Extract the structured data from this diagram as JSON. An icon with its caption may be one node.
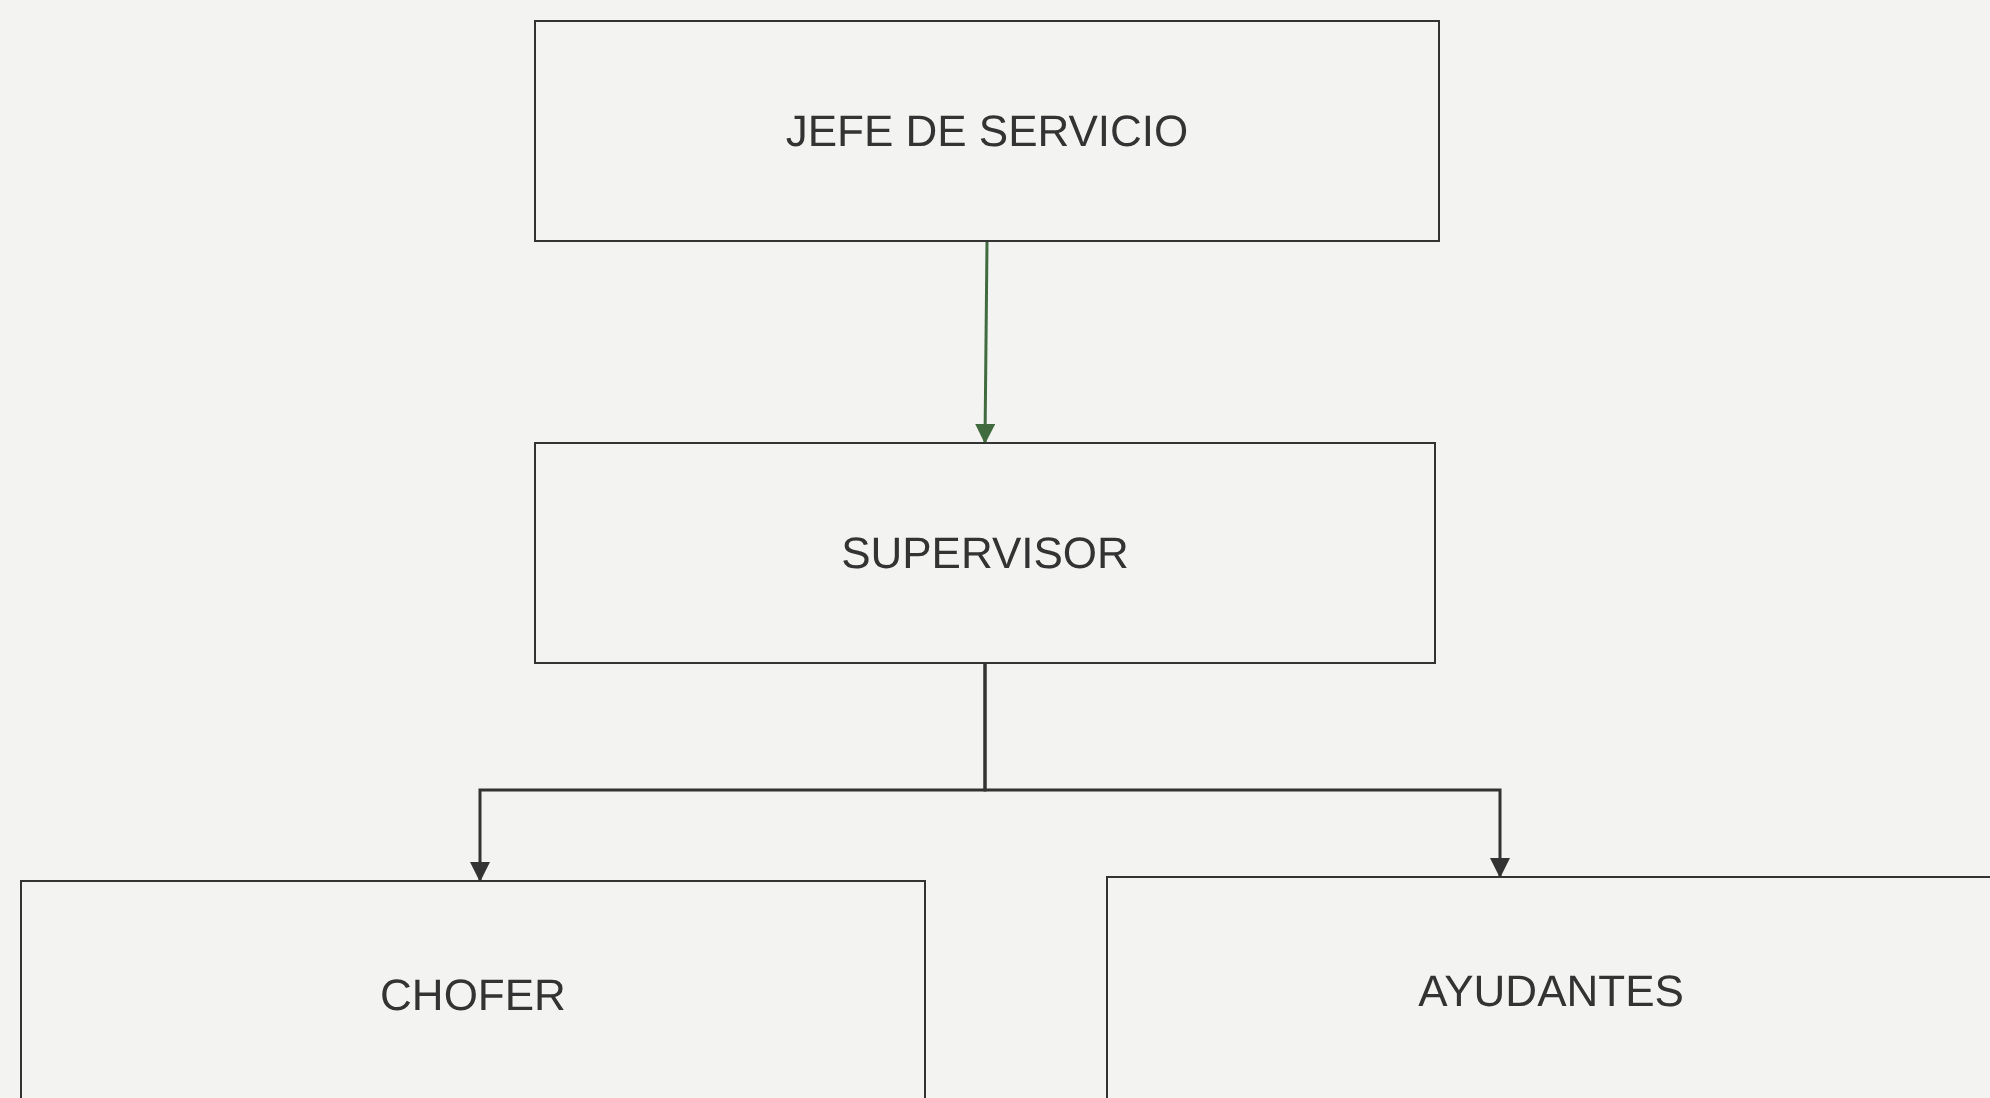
{
  "diagram": {
    "nodes": [
      {
        "text": [
          "JEFE DE SERVICIO"
        ]
      },
      {
        "text": [
          "SUPERVISOR"
        ]
      },
      {
        "text": [
          "CHOFER"
        ]
      },
      {
        "text": [
          "AYUDANTES"
        ]
      }
    ],
    "edges": [
      {
        "from": 0,
        "to": 1,
        "arrow": "to",
        "color": "#3f6b3f"
      },
      {
        "from": 1,
        "to": 2,
        "arrow": "to"
      },
      {
        "from": 1,
        "to": 3,
        "arrow": "to"
      }
    ]
  }
}
